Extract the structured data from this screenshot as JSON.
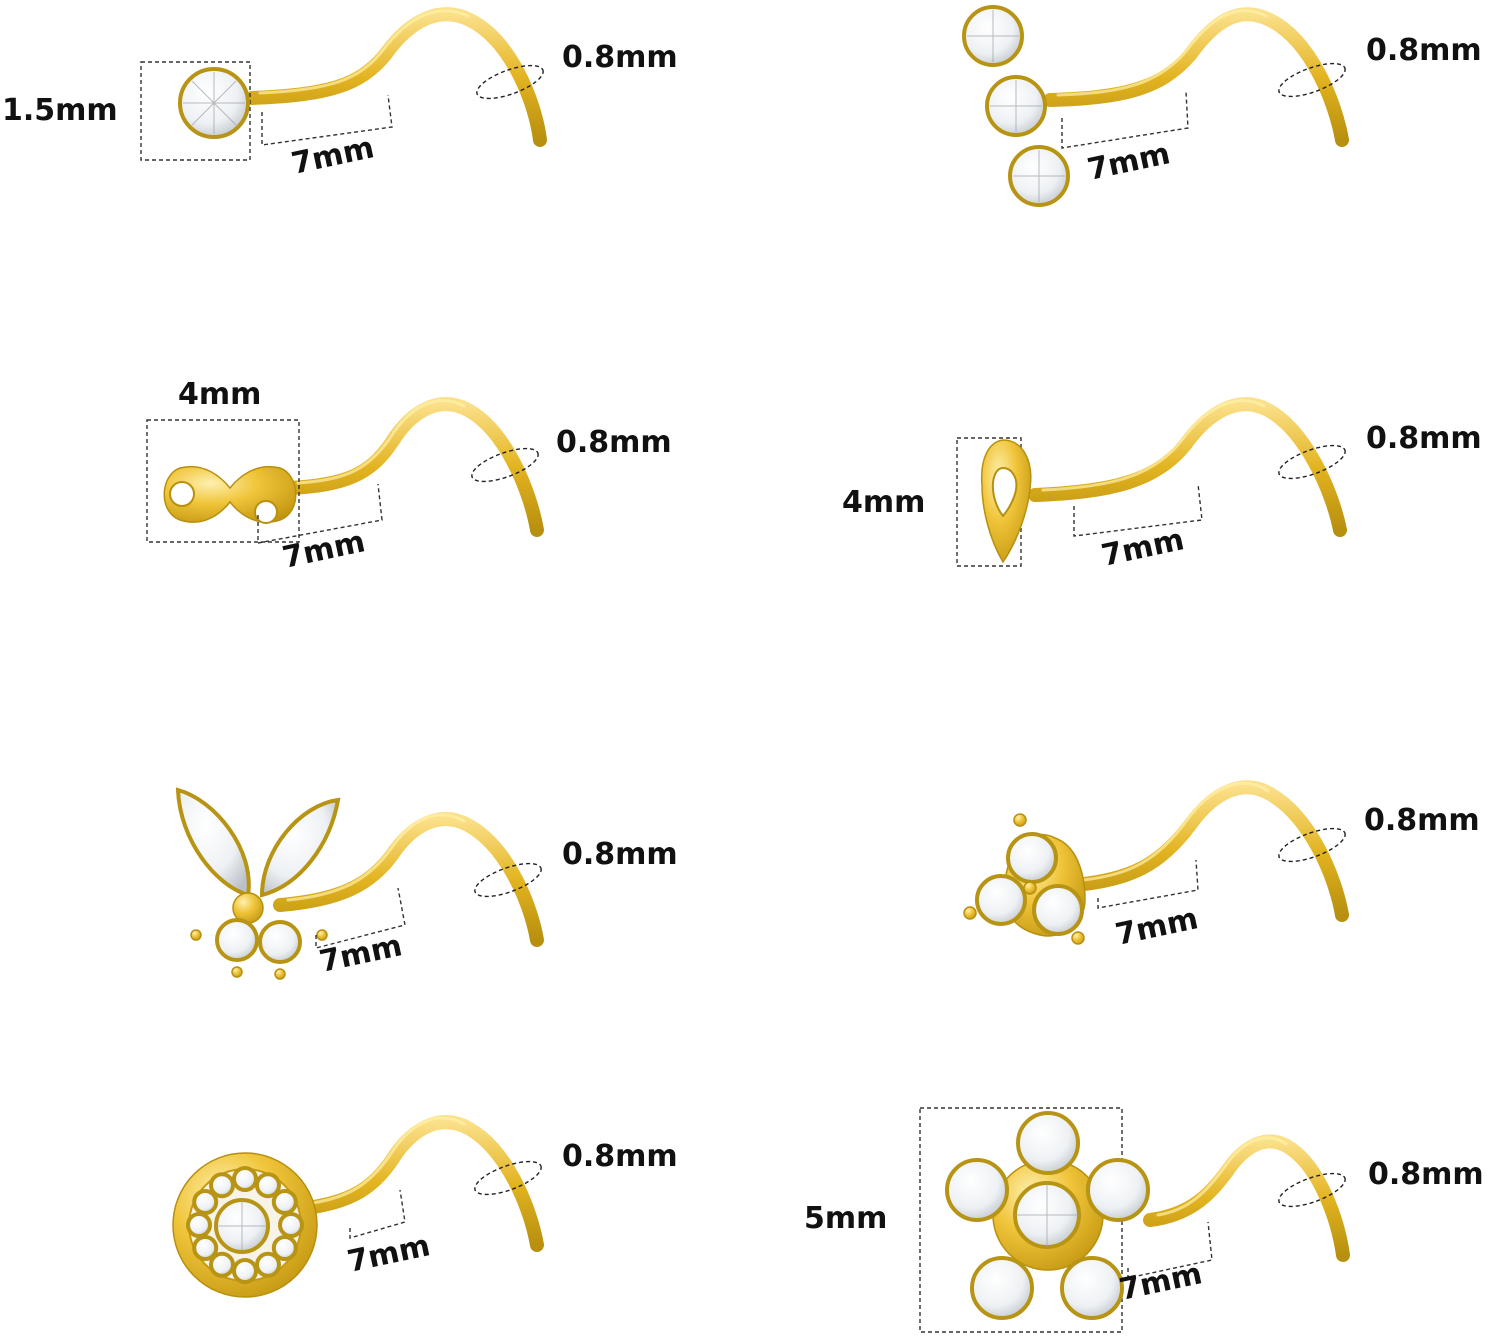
{
  "products": [
    {
      "style": "round-stone",
      "labels": {
        "diameter": "0.8mm",
        "length": "7mm",
        "head": "1.5mm"
      }
    },
    {
      "style": "triple-stone",
      "labels": {
        "diameter": "0.8mm",
        "length": "7mm"
      }
    },
    {
      "style": "infinity",
      "labels": {
        "diameter": "0.8mm",
        "length": "7mm",
        "head": "4mm"
      }
    },
    {
      "style": "heart",
      "labels": {
        "diameter": "0.8mm",
        "length": "7mm",
        "head": "4mm"
      }
    },
    {
      "style": "butterfly",
      "labels": {
        "diameter": "0.8mm",
        "length": "7mm"
      }
    },
    {
      "style": "trinity-stones",
      "labels": {
        "diameter": "0.8mm",
        "length": "7mm"
      }
    },
    {
      "style": "halo-disc",
      "labels": {
        "diameter": "0.8mm",
        "length": "7mm"
      }
    },
    {
      "style": "flower",
      "labels": {
        "diameter": "0.8mm",
        "length": "7mm",
        "head": "5mm"
      }
    }
  ],
  "colors": {
    "gold": "#e3b421",
    "gold_light": "#fbe08a",
    "gold_dark": "#b8900f",
    "stone": "#f4f6f8"
  }
}
